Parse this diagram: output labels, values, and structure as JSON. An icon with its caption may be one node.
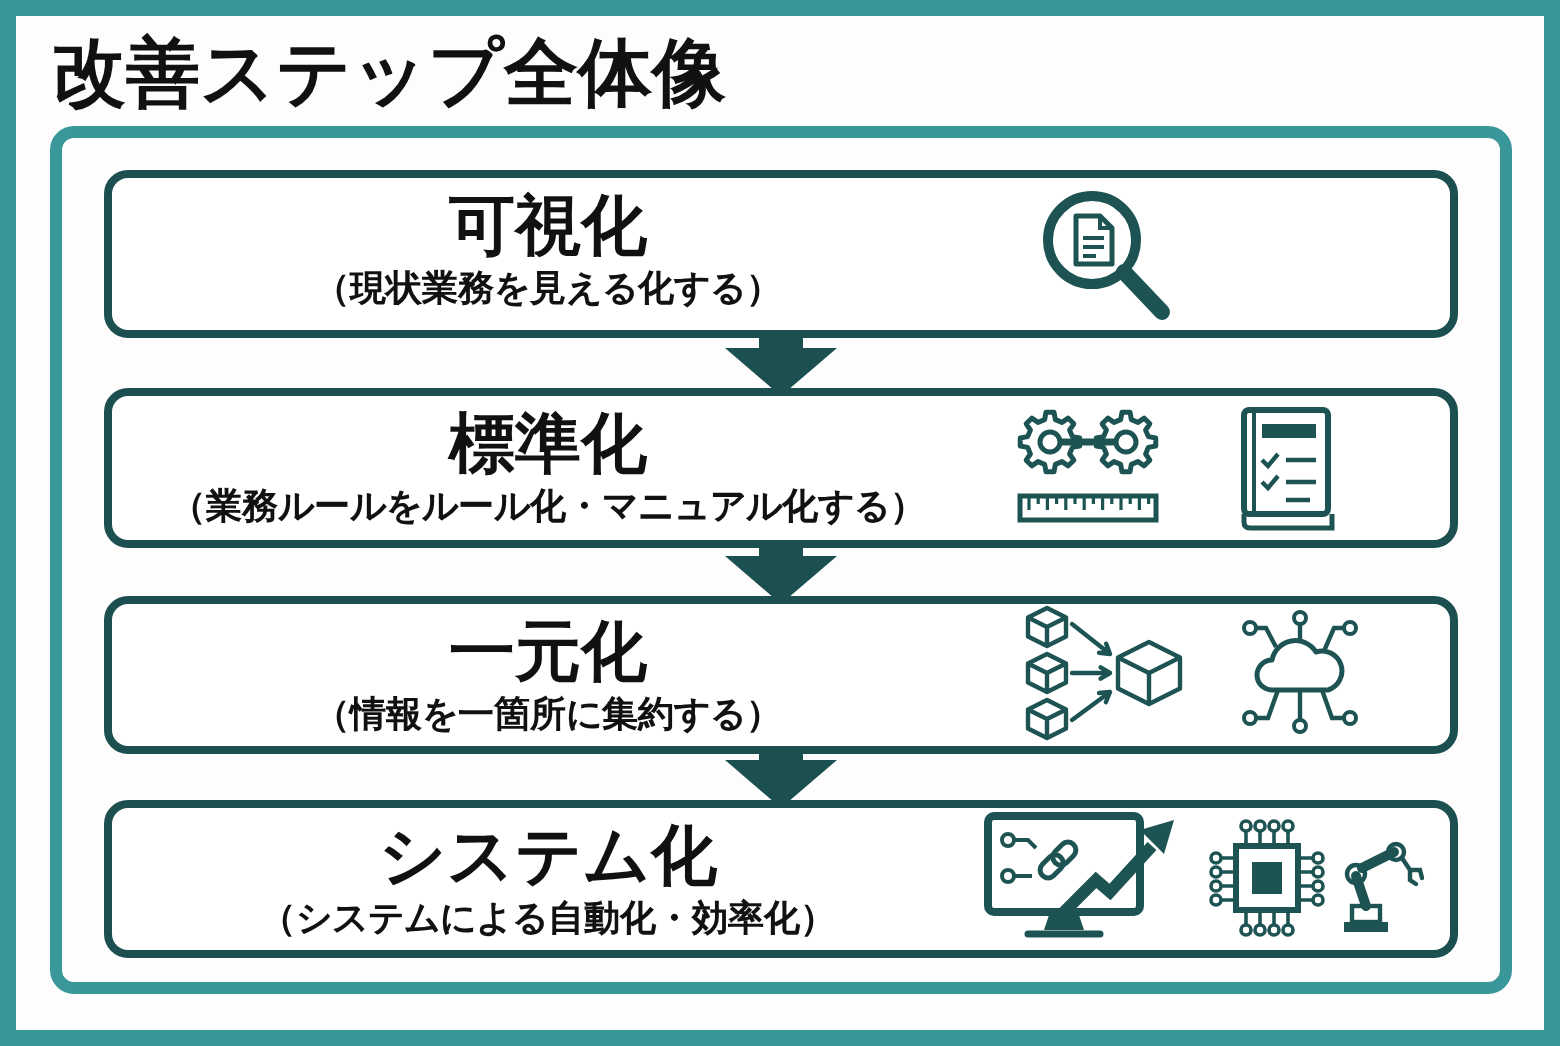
{
  "diagram": {
    "title": "改善ステップ全体像",
    "nodes": [
      {
        "text": [
          "可視化",
          "（現状業務を見える化する）"
        ]
      },
      {
        "text": [
          "標準化",
          "（業務ルールをルール化・マニュアル化する）"
        ]
      },
      {
        "text": [
          "一元化",
          "（情報を一箇所に集約する）"
        ]
      },
      {
        "text": [
          "システム化",
          "（システムによる自動化・効率化）"
        ]
      }
    ],
    "edges": [
      {
        "from": 0,
        "to": 1,
        "arrow": "to"
      },
      {
        "from": 1,
        "to": 2,
        "arrow": "to"
      },
      {
        "from": 2,
        "to": 3,
        "arrow": "to"
      }
    ]
  }
}
